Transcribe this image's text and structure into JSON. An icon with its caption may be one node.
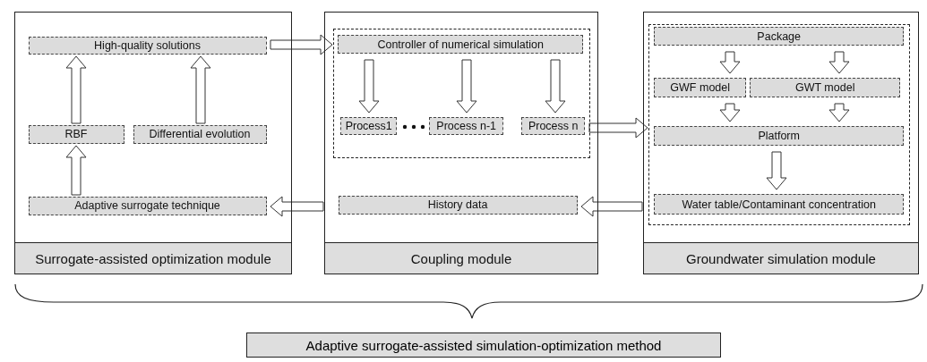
{
  "diagram": {
    "nodes": [
      {
        "text": [
          "Surrogate-assisted optimization module"
        ]
      },
      {
        "text": [
          "High-quality solutions"
        ],
        "in": 0
      },
      {
        "text": [
          "RBF"
        ],
        "in": 0
      },
      {
        "text": [
          "Differential evolution"
        ],
        "in": 0
      },
      {
        "text": [
          "Adaptive surrogate technique"
        ],
        "in": 0
      },
      {
        "text": [
          "Coupling module"
        ]
      },
      {
        "text": [],
        "shape": "box",
        "in": 5
      },
      {
        "text": [
          "Controller of numerical simulation"
        ],
        "in": 6
      },
      {
        "text": [
          "Process1"
        ],
        "in": 6
      },
      {
        "text": [
          "Process n-1"
        ],
        "in": 6
      },
      {
        "text": [
          "Process n"
        ],
        "in": 6
      },
      {
        "text": [
          "History data"
        ],
        "in": 5
      },
      {
        "text": [
          "Groundwater simulation module"
        ]
      },
      {
        "text": [],
        "shape": "box",
        "in": 12
      },
      {
        "text": [
          "Package"
        ],
        "in": 13
      },
      {
        "text": [
          "GWF model"
        ],
        "in": 13
      },
      {
        "text": [
          "GWT model"
        ],
        "in": 13
      },
      {
        "text": [
          "Platform"
        ],
        "in": 13
      },
      {
        "text": [
          "Water table/Contaminant concentration"
        ],
        "in": 13
      },
      {
        "text": [
          "Adaptive surrogate-assisted simulation-optimization method"
        ]
      }
    ],
    "edges": [
      {
        "from": 2,
        "to": 1,
        "arrow": "to"
      },
      {
        "from": 3,
        "to": 1,
        "arrow": "to"
      },
      {
        "from": 4,
        "to": 2,
        "arrow": "to"
      },
      {
        "from": 1,
        "to": 6,
        "arrow": "to"
      },
      {
        "from": 7,
        "to": 8,
        "arrow": "to"
      },
      {
        "from": 7,
        "to": 9,
        "arrow": "to"
      },
      {
        "from": 7,
        "to": 10,
        "arrow": "to"
      },
      {
        "from": 10,
        "to": 13,
        "arrow": "to"
      },
      {
        "from": 14,
        "to": 15,
        "arrow": "to"
      },
      {
        "from": 14,
        "to": 16,
        "arrow": "to"
      },
      {
        "from": 15,
        "to": 17,
        "arrow": "to"
      },
      {
        "from": 16,
        "to": 17,
        "arrow": "to"
      },
      {
        "from": 17,
        "to": 18,
        "arrow": "to"
      },
      {
        "from": 12,
        "to": 11,
        "arrow": "to"
      },
      {
        "from": 5,
        "to": 4,
        "arrow": "to"
      }
    ]
  }
}
